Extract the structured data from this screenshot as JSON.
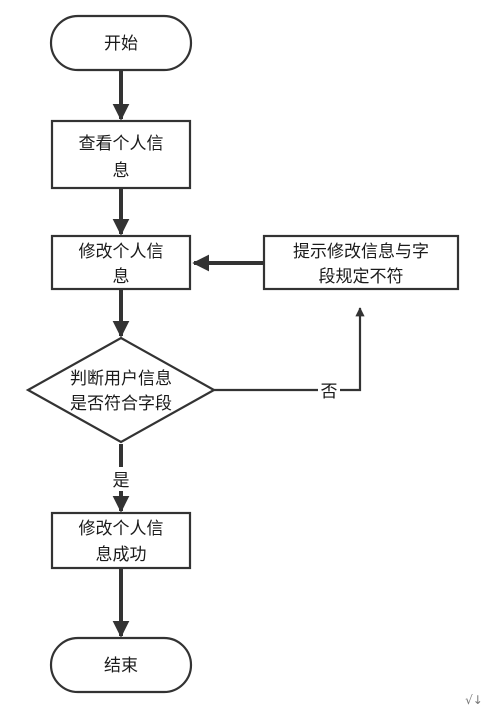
{
  "nodes": {
    "start": {
      "text": "开始"
    },
    "view_info": {
      "line1": "查看个人信",
      "line2": "息"
    },
    "edit_info": {
      "line1": "修改个人信",
      "line2": "息"
    },
    "prompt": {
      "line1": "提示修改信息与字",
      "line2": "段规定不符"
    },
    "decision": {
      "line1": "判断用户信息",
      "line2": "是否符合字段"
    },
    "success": {
      "line1": "修改个人信",
      "line2": "息成功"
    },
    "end": {
      "text": "结束"
    }
  },
  "edges": {
    "no_label": "否",
    "yes_label": "是"
  },
  "corner_mark": "√↓"
}
